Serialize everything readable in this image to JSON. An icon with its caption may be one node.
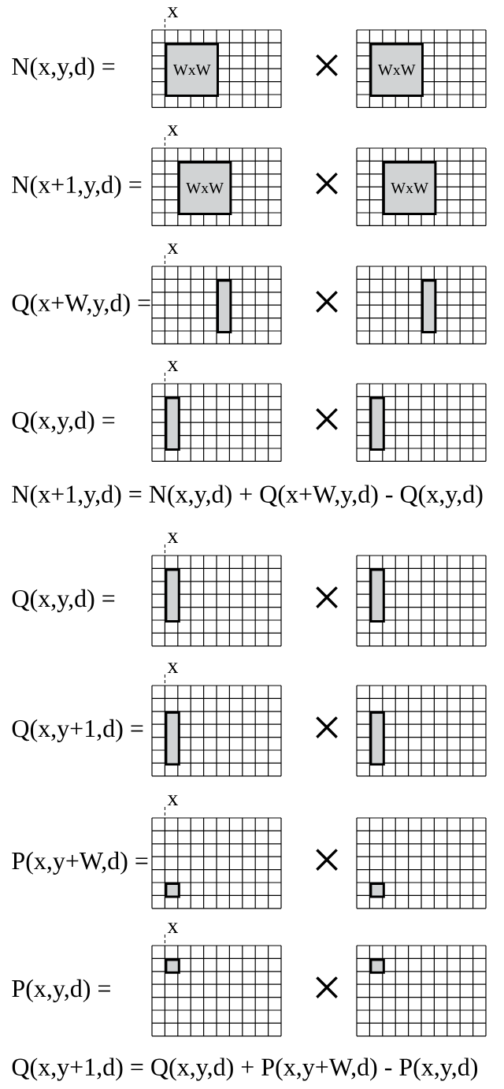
{
  "diagram": {
    "nodes": [
      {
        "text": [
          "WxW"
        ]
      },
      {
        "text": [
          "WxW"
        ]
      },
      {
        "text": [
          "WxW"
        ]
      },
      {
        "text": [
          "WxW"
        ]
      },
      {
        "text": [],
        "shape": "box"
      },
      {
        "text": [],
        "shape": "box"
      },
      {
        "text": [],
        "shape": "box"
      },
      {
        "text": [],
        "shape": "box"
      },
      {
        "text": [],
        "shape": "box"
      },
      {
        "text": [],
        "shape": "box"
      },
      {
        "text": [],
        "shape": "box"
      },
      {
        "text": [],
        "shape": "box"
      },
      {
        "text": [],
        "shape": "box"
      },
      {
        "text": [],
        "shape": "box"
      },
      {
        "text": [],
        "shape": "box"
      },
      {
        "text": [],
        "shape": "box"
      }
    ],
    "labels": [
      "x",
      "N(x,y,d) =",
      "×",
      "x",
      "N(x+1,y,d) =",
      "×",
      "x",
      "Q(x+W,y,d) =",
      "×",
      "x",
      "Q(x,y,d) =",
      "×",
      "N(x+1,y,d) = N(x,y,d) + Q(x+W,y,d) - Q(x,y,d)",
      "x",
      "Q(x,y,d) =",
      "×",
      "x",
      "Q(x,y+1,d) =",
      "×",
      "x",
      "P(x,y+W,d) =",
      "×",
      "x",
      "P(x,y,d) =",
      "×",
      "Q(x,y+1,d) = Q(x,y,d) + P(x,y+W,d) - P(x,y,d)"
    ]
  }
}
